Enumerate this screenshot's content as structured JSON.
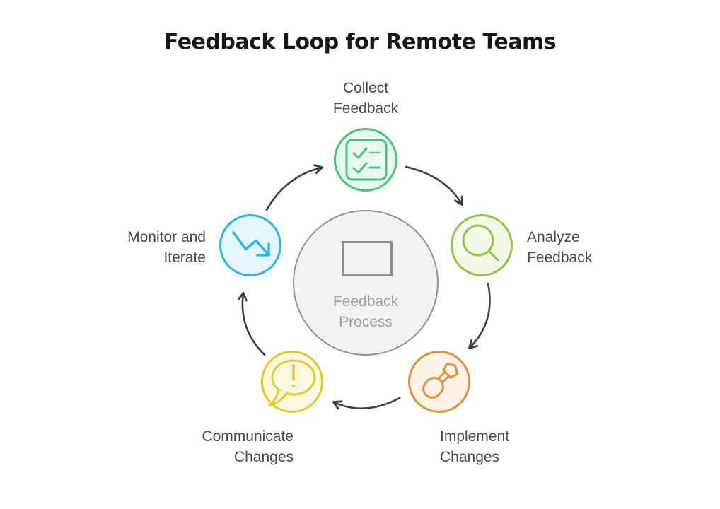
{
  "title": "Feedback Loop for Remote Teams",
  "center_node": {
    "line1": "Feedback",
    "line2": "Process",
    "icon": "rectangle-icon",
    "border_color": "#909497",
    "fill_color": "#f1f2f2",
    "text_color": "#9b9fa1"
  },
  "nodes": [
    {
      "id": "collect-feedback",
      "line1": "Collect",
      "line2": "Feedback",
      "icon": "checklist-icon",
      "border_color": "#45c481",
      "fill_color": "#e9f8f0",
      "position": "top"
    },
    {
      "id": "analyze-feedback",
      "line1": "Analyze",
      "line2": "Feedback",
      "icon": "magnifying-glass-icon",
      "border_color": "#95c23f",
      "fill_color": "#f4f9e7",
      "position": "right"
    },
    {
      "id": "implement-changes",
      "line1": "Implement",
      "line2": "Changes",
      "icon": "screwdriver-icon",
      "border_color": "#e0913d",
      "fill_color": "#fdf3e6",
      "position": "bottom-right"
    },
    {
      "id": "communicate-changes",
      "line1": "Communicate",
      "line2": "Changes",
      "icon": "speech-bubble-exclamation-icon",
      "border_color": "#e3cb27",
      "fill_color": "#fbf8e2",
      "position": "bottom-left"
    },
    {
      "id": "monitor-iterate",
      "line1": "Monitor and",
      "line2": "Iterate",
      "icon": "trend-down-arrow-icon",
      "border_color": "#29b7e8",
      "fill_color": "#e5f6fc",
      "position": "left"
    }
  ],
  "edges": [
    {
      "from": "monitor-iterate",
      "to": "collect-feedback"
    },
    {
      "from": "collect-feedback",
      "to": "analyze-feedback"
    },
    {
      "from": "analyze-feedback",
      "to": "implement-changes"
    },
    {
      "from": "implement-changes",
      "to": "communicate-changes"
    },
    {
      "from": "communicate-changes",
      "to": "monitor-iterate"
    }
  ],
  "arrow_color": "#3a3f43",
  "label_color": "#4a4a4a",
  "title_color": "#171717"
}
